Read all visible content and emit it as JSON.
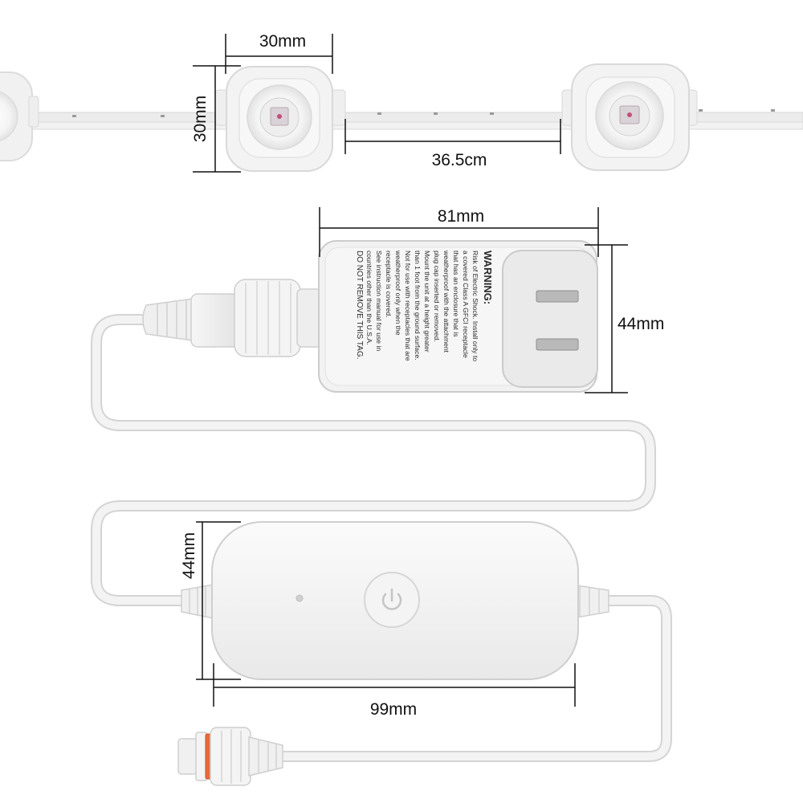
{
  "dimensions": {
    "module_width": "30mm",
    "module_height": "30mm",
    "module_spacing": "36.5cm",
    "adapter_width": "81mm",
    "adapter_height": "44mm",
    "controller_height": "44mm",
    "controller_width": "99mm"
  },
  "warning_label": {
    "heading": "WARNING:",
    "lines": [
      "Risk of Electric Shock. Install only to",
      "a covered Class A GFCI receptacle",
      "that has an enclosure that is",
      "weatherproof with the attachment",
      "plug cap inserted or removed.",
      "Mount the unit at a height greater",
      "than 1 foot from the ground surface.",
      "Not for use with receptacles that are",
      "weatherproof only when the",
      "receptacle is covered.",
      "See instruction manual for use in",
      "countries other than the U.S.A.",
      "DO NOT REMOVE THIS TAG."
    ]
  },
  "colors": {
    "background": "#ffffff",
    "device_white": "#f3f3f3",
    "cable": "#e8e8e8",
    "led_chip": "#c0507a",
    "dimension_line": "#111111"
  },
  "icons": {
    "controller_button": "power-icon"
  }
}
